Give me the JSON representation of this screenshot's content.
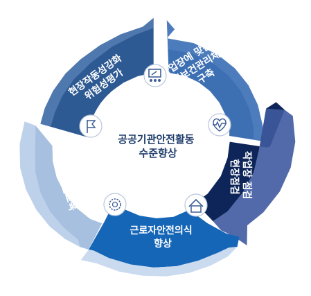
{
  "center": {
    "line1": "공공기관안전활동",
    "line2": "수준향상"
  },
  "segments": [
    {
      "line1": "사업장에 맞는",
      "line2": "안전보건관리체",
      "line3": "계 구축",
      "icon": "heartbeat-icon"
    },
    {
      "line1": "작업장 점검",
      "line2": "현장점검",
      "icon": "house-icon"
    },
    {
      "line1": "근로자안전의식",
      "line2": "향상",
      "icon": "gear-icon"
    },
    {
      "line1": "실효성강화",
      "line2": "안전보건교육",
      "icon": "flag-icon"
    },
    {
      "line1": "현장작동성강화",
      "line2": "위험성평가",
      "icon": "presentation-icon"
    }
  ],
  "colors": {
    "seg1": "#3d6fb3",
    "seg2": "#0d2558",
    "seg3": "#1666b8",
    "seg4": "#a7c0e0",
    "seg5": "#2e5a93",
    "seg1_light": "#5b87c4",
    "seg2_light": "#3f5aa0",
    "seg3_light": "#3e86cf",
    "seg4_light": "#c7d8ee",
    "seg5_light": "#6a91c5",
    "icon_stroke": "#3d5f95",
    "center_text": "#1f3d6b"
  }
}
